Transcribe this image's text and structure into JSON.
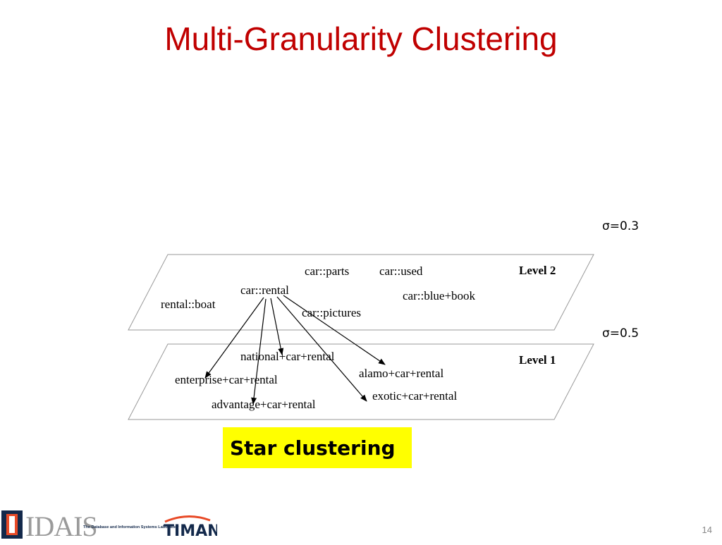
{
  "slide": {
    "title": "Multi-Granularity Clustering",
    "page_number": "14",
    "badge": "Star clustering"
  },
  "thresholds": [
    "σ=0.3",
    "σ=0.5"
  ],
  "levels": {
    "level2": {
      "label": "Level 2",
      "nodes": [
        "car::parts",
        "car::used",
        "car::rental",
        "car::blue+book",
        "rental::boat",
        "car::pictures"
      ]
    },
    "level1": {
      "label": "Level 1",
      "nodes": [
        "national+car+rental",
        "alamo+car+rental",
        "enterprise+car+rental",
        "exotic+car+rental",
        "advantage+car+rental"
      ]
    }
  },
  "edges": [
    {
      "from": "car::rental",
      "to": "enterprise+car+rental"
    },
    {
      "from": "car::rental",
      "to": "advantage+car+rental"
    },
    {
      "from": "car::rental",
      "to": "national+car+rental"
    },
    {
      "from": "car::rental",
      "to": "exotic+car+rental"
    },
    {
      "from": "car::rental",
      "to": "alamo+car+rental"
    }
  ],
  "logos": {
    "left": "IDAIS",
    "left_caption": "The Database and Information Systems Laboratory",
    "right": "TIMAN"
  }
}
